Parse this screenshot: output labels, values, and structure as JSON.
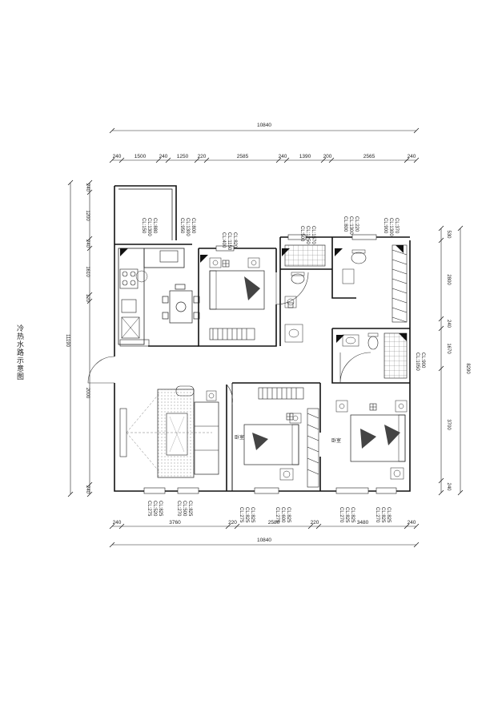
{
  "title": "冷热水路示意图",
  "dims_top": {
    "overall": "10840",
    "segments": [
      "240",
      "1500",
      "240",
      "1250",
      "220",
      "2585",
      "240",
      "1390",
      "200",
      "2565",
      "240"
    ]
  },
  "dims_bottom": {
    "overall": "10840",
    "segments": [
      "240",
      "3760",
      "220",
      "2580",
      "220",
      "3480",
      "240"
    ]
  },
  "dims_left": {
    "overall": "11190",
    "segments": [
      "240",
      "1200",
      "240",
      "1610",
      "120",
      "2000",
      "240"
    ]
  },
  "dims_right": {
    "overall": "8290",
    "segments": [
      "530",
      "2800",
      "240",
      "1670",
      "3700",
      "240"
    ]
  },
  "room_labels": {
    "bedroom_a": "卧室",
    "bedroom_b": "卧室"
  },
  "pipe_notes": {
    "kitchen_top": [
      "CL:150",
      "CL:1300",
      "CL:880"
    ],
    "laundry_top": [
      "CL:950",
      "CL:1300",
      "CL:800"
    ],
    "bedroom_top": [
      "CL:400",
      "CL:1150",
      "CL:820"
    ],
    "bath_top": [
      "CL:500",
      "CL:1250",
      "CL:1570"
    ],
    "bath2_top": [
      "CL:800",
      "CL:1300",
      "CL:220"
    ],
    "master_top": [
      "CL:900",
      "CL:1300",
      "CL:370"
    ],
    "bath3_side": [
      "CL:1050",
      "CL:900"
    ],
    "bottom_left": [
      "CL:275",
      "CL:520",
      "CL:825"
    ],
    "bottom_left2": [
      "CL:270",
      "CL:500",
      "CL:825"
    ],
    "bottom_mid": [
      "CL:275",
      "CL:825",
      "CL:825"
    ],
    "bottom_mid2": [
      "CL:275",
      "CL:600",
      "CL:825"
    ],
    "bottom_right": [
      "CL:270",
      "CL:825",
      "CL:825"
    ],
    "bottom_right2": [
      "CL:270",
      "CL:825",
      "CL:825"
    ]
  }
}
